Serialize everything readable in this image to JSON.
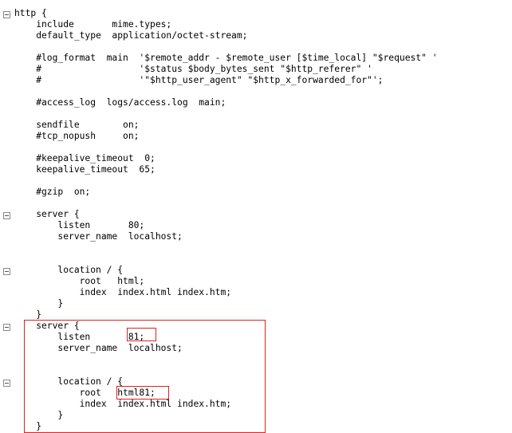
{
  "editor": {
    "lines": [
      {
        "text": "http {"
      },
      {
        "text": "    include       mime.types;"
      },
      {
        "text": "    default_type  application/octet-stream;"
      },
      {
        "text": ""
      },
      {
        "text": "    #log_format  main  '$remote_addr - $remote_user [$time_local] \"$request\" '"
      },
      {
        "text": "    #                  '$status $body_bytes_sent \"$http_referer\" '"
      },
      {
        "text": "    #                  '\"$http_user_agent\" \"$http_x_forwarded_for\"';"
      },
      {
        "text": ""
      },
      {
        "text": "    #access_log  logs/access.log  main;"
      },
      {
        "text": ""
      },
      {
        "text": "    sendfile        on;"
      },
      {
        "text": "    #tcp_nopush     on;"
      },
      {
        "text": ""
      },
      {
        "text": "    #keepalive_timeout  0;"
      },
      {
        "text": "    keepalive_timeout  65;"
      },
      {
        "text": ""
      },
      {
        "text": "    #gzip  on;"
      },
      {
        "text": ""
      },
      {
        "text": "    server {"
      },
      {
        "text": "        listen       80;"
      },
      {
        "text": "        server_name  localhost;"
      },
      {
        "text": ""
      },
      {
        "text": ""
      },
      {
        "text": "        location / {"
      },
      {
        "text": "            root   html;"
      },
      {
        "text": "            index  index.html index.htm;"
      },
      {
        "text": "        }"
      },
      {
        "text": "    }"
      },
      {
        "text": "    server {"
      },
      {
        "text": "        listen       81;"
      },
      {
        "text": "        server_name  localhost;"
      },
      {
        "text": ""
      },
      {
        "text": ""
      },
      {
        "text": "        location / {"
      },
      {
        "text": "            root   html81;"
      },
      {
        "text": "            index  index.html index.htm;"
      },
      {
        "text": "        }"
      },
      {
        "text": "    }"
      }
    ]
  },
  "colors": {
    "highlight_border": "#e02020",
    "fold_marker": "#8a8a8a"
  }
}
